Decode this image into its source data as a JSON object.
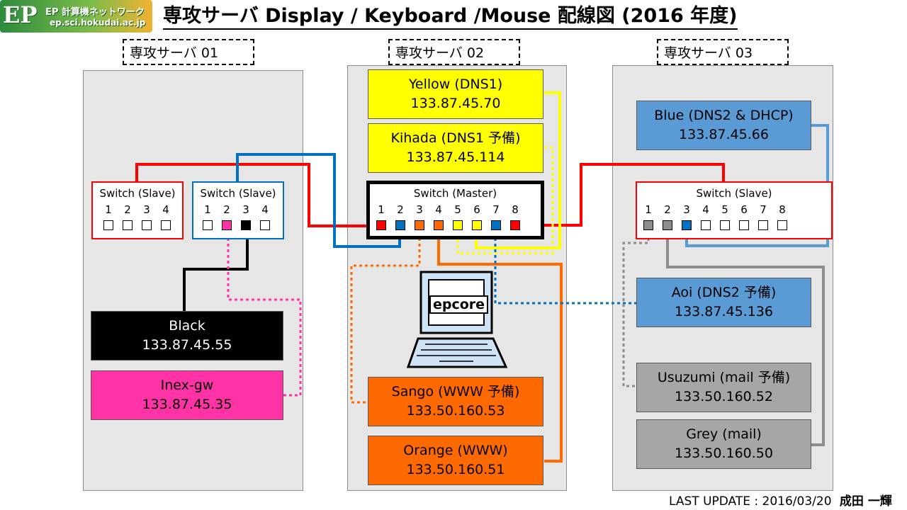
{
  "logo": {
    "mark": "EP",
    "title": "EP 計算機ネットワーク",
    "domain": "ep.sci.hokudai.ac.jp"
  },
  "title": "専攻サーバ Display / Keyboard /Mouse 配線図 (2016 年度)",
  "servers": [
    {
      "header": "専攻サーバ  01"
    },
    {
      "header": "専攻サーバ  02"
    },
    {
      "header": "専攻サーバ  03"
    }
  ],
  "switches": {
    "s1": {
      "label": "Switch (Slave)",
      "ports": [
        "1",
        "2",
        "3",
        "4"
      ]
    },
    "s2": {
      "label": "Switch (Slave)",
      "ports": [
        "1",
        "2",
        "3",
        "4"
      ]
    },
    "master": {
      "label": "Switch (Master)",
      "ports": [
        "1",
        "2",
        "3",
        "4",
        "5",
        "6",
        "7",
        "8"
      ]
    },
    "s3": {
      "label": "Switch (Slave)",
      "ports": [
        "1",
        "2",
        "3",
        "4",
        "5",
        "6",
        "7",
        "8"
      ]
    }
  },
  "hosts": {
    "black": {
      "name": "Black",
      "ip": "133.87.45.55",
      "color": "#000000"
    },
    "inex": {
      "name": "Inex-gw",
      "ip": "133.87.45.35",
      "color": "#ff33a6"
    },
    "yellow": {
      "name": "Yellow (DNS1)",
      "ip": "133.87.45.70",
      "color": "#ffff00"
    },
    "kihada": {
      "name": "Kihada (DNS1 予備)",
      "ip": "133.87.45.114",
      "color": "#ffff00"
    },
    "sango": {
      "name": "Sango (WWW 予備)",
      "ip": "133.50.160.53",
      "color": "#ff6a00"
    },
    "orange": {
      "name": "Orange (WWW)",
      "ip": "133.50.160.51",
      "color": "#ff6a00"
    },
    "blue": {
      "name": "Blue (DNS2 & DHCP)",
      "ip": "133.87.45.66",
      "color": "#5b9bd5"
    },
    "aoi": {
      "name": "Aoi (DNS2 予備)",
      "ip": "133.87.45.136",
      "color": "#5b9bd5"
    },
    "usuzumi": {
      "name": "Usuzumi (mail 予備)",
      "ip": "133.50.160.52",
      "color": "#a6a6a6"
    },
    "grey": {
      "name": "Grey (mail)",
      "ip": "133.50.160.50",
      "color": "#a6a6a6"
    }
  },
  "console": {
    "label": "epcore"
  },
  "footer": {
    "update": "LAST UPDATE : 2016/03/20",
    "author": "成田 一輝"
  },
  "colors": {
    "red": "#ff0000",
    "blue": "#0070c0",
    "black": "#000000",
    "pink": "#ff33a6",
    "yellow": "#ffff00",
    "orange": "#ff6a00",
    "light_blue": "#5b9bd5",
    "grey": "#8c8c8c"
  }
}
